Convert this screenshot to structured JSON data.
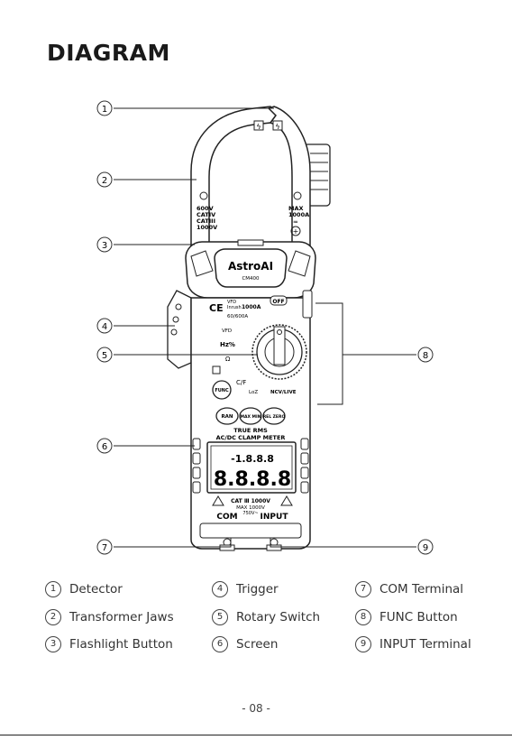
{
  "title": "DIAGRAM",
  "device": {
    "brand": "AstroAI",
    "model": "CM400",
    "left_jaw_rating": [
      "600V",
      "CATIV",
      "CATIII",
      "1000V"
    ],
    "right_jaw_rating": [
      "MAX",
      "1000A"
    ],
    "dial_labels": {
      "off": "OFF",
      "vfd_ac": "VFD",
      "inrush": "Inrush",
      "a_range": "1000A",
      "a_range2": "60/600A",
      "vfd_v": "VFD",
      "hz": "Hz%",
      "ohm": "Ω",
      "cf": "C/F",
      "loz": "LoZ",
      "ncv": "NCV/LIVE",
      "func": "FUNC"
    },
    "buttons": {
      "ran": "RAN",
      "maxmin": "MAX MIN",
      "relzero": "REL ZERO"
    },
    "caption_line1": "TRUE RMS",
    "caption_line2": "AC/DC CLAMP METER",
    "lcd_digits": "8.8.8.8",
    "lcd_small_digits": "-1.8.8.8",
    "cat_label": "CAT Ⅲ 1000V",
    "max_label": "MAX 1000V",
    "com_label": "COM",
    "v_label": "750V~",
    "input_label": "INPUT"
  },
  "callouts": [
    "①",
    "②",
    "③",
    "④",
    "⑤",
    "⑥",
    "⑦",
    "⑧",
    "⑨"
  ],
  "legend": [
    {
      "num": "1",
      "label": "Detector"
    },
    {
      "num": "2",
      "label": "Transformer Jaws"
    },
    {
      "num": "3",
      "label": "Flashlight Button"
    },
    {
      "num": "4",
      "label": "Trigger"
    },
    {
      "num": "5",
      "label": "Rotary Switch"
    },
    {
      "num": "6",
      "label": "Screen"
    },
    {
      "num": "7",
      "label": "COM Terminal"
    },
    {
      "num": "8",
      "label": "FUNC Button"
    },
    {
      "num": "9",
      "label": "INPUT Terminal"
    }
  ],
  "page_number": "- 08 -"
}
